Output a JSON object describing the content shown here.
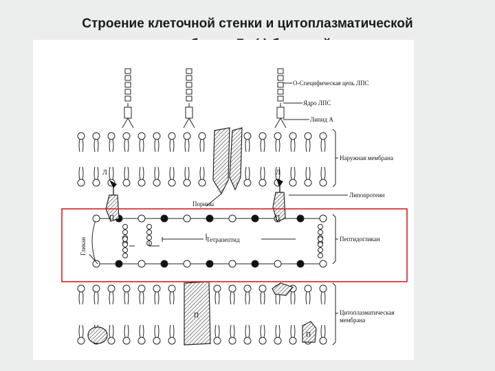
{
  "slide": {
    "title_line1": "Строение клеточной стенки и цитоплазматической",
    "title_line2": "мембраны Гр (-) бактерий"
  },
  "diagram": {
    "labels": {
      "o_chain": "О-Специфическая цепь ЛПС",
      "core": "Ядро ЛПС",
      "lipid_a": "Липид А",
      "outer_membrane": "Наружная мембрана",
      "lipoprotein": "Липопротеин",
      "peptidoglycan": "Пептидогликан",
      "cytoplasmic_membrane_1": "Цитоплазматическая",
      "cytoplasmic_membrane_2": "мембрана",
      "porins": "Порины",
      "tetrapeptide": "Тетрапептид",
      "glycan": "Гликан"
    },
    "marks": {
      "lipoprotein_l": "Л",
      "protein_p": "П"
    },
    "highlight_color": "#d42020"
  }
}
